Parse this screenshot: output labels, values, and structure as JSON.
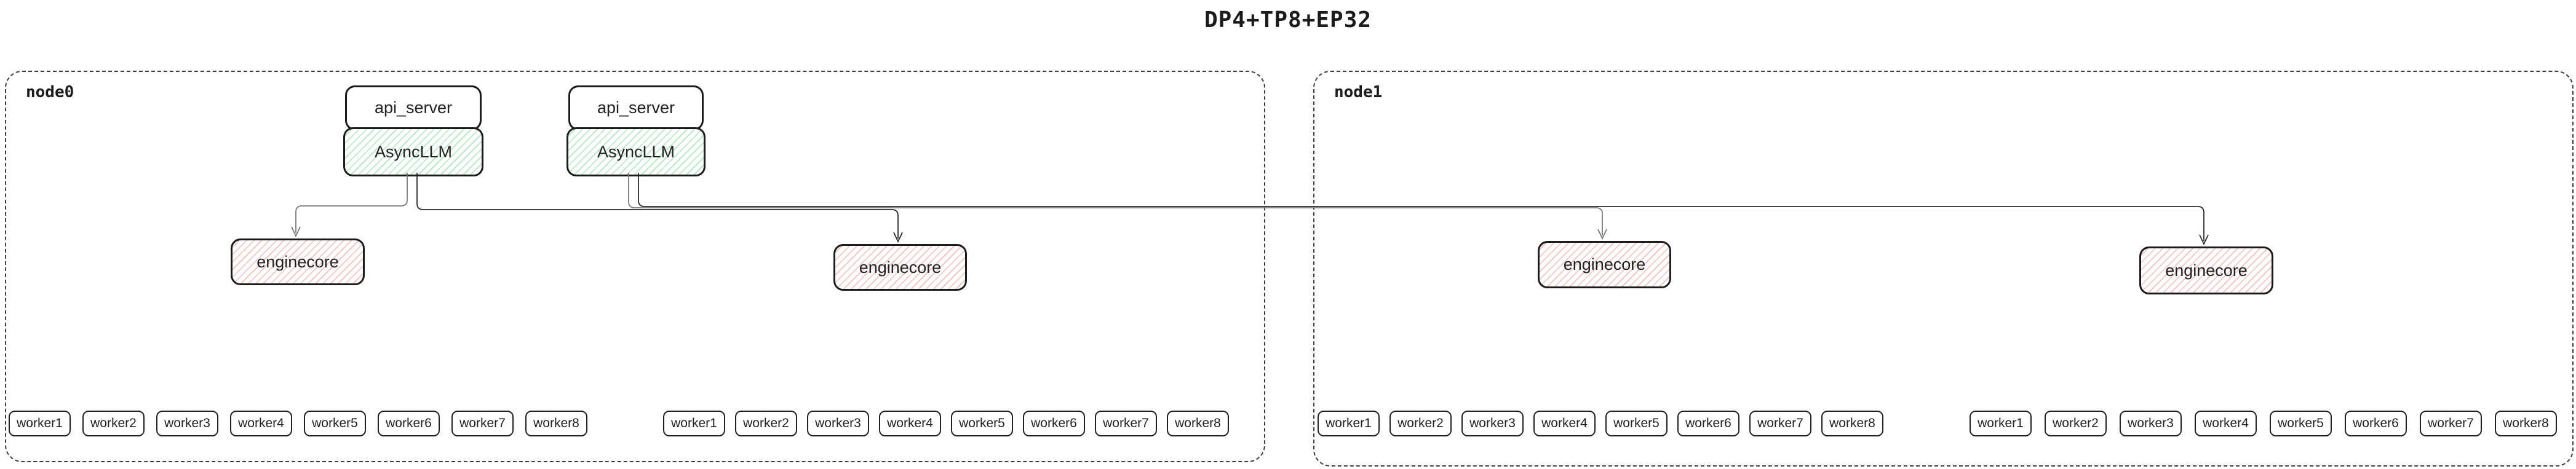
{
  "title": "DP4+TP8+EP32",
  "colors": {
    "green_hatch": "#aee7bd",
    "red_hatch": "#f6beba",
    "box_border": "#1b1b1b",
    "connector_gray": "#7a7a7a",
    "connector_dark": "#2b2b2b",
    "node_border": "#3d3d3d"
  },
  "nodes": [
    {
      "label": "node0",
      "stacks": [
        {
          "api": "api_server",
          "llm": "AsyncLLM"
        },
        {
          "api": "api_server",
          "llm": "AsyncLLM"
        }
      ],
      "enginecores": [
        "enginecore",
        "enginecore"
      ],
      "worker_groups": [
        [
          "worker1",
          "worker2",
          "worker3",
          "worker4",
          "worker5",
          "worker6",
          "worker7",
          "worker8"
        ],
        [
          "worker1",
          "worker2",
          "worker3",
          "worker4",
          "worker5",
          "worker6",
          "worker7",
          "worker8"
        ]
      ]
    },
    {
      "label": "node1",
      "enginecores": [
        "enginecore",
        "enginecore"
      ],
      "worker_groups": [
        [
          "worker1",
          "worker2",
          "worker3",
          "worker4",
          "worker5",
          "worker6",
          "worker7",
          "worker8"
        ],
        [
          "worker1",
          "worker2",
          "worker3",
          "worker4",
          "worker5",
          "worker6",
          "worker7",
          "worker8"
        ]
      ]
    }
  ]
}
